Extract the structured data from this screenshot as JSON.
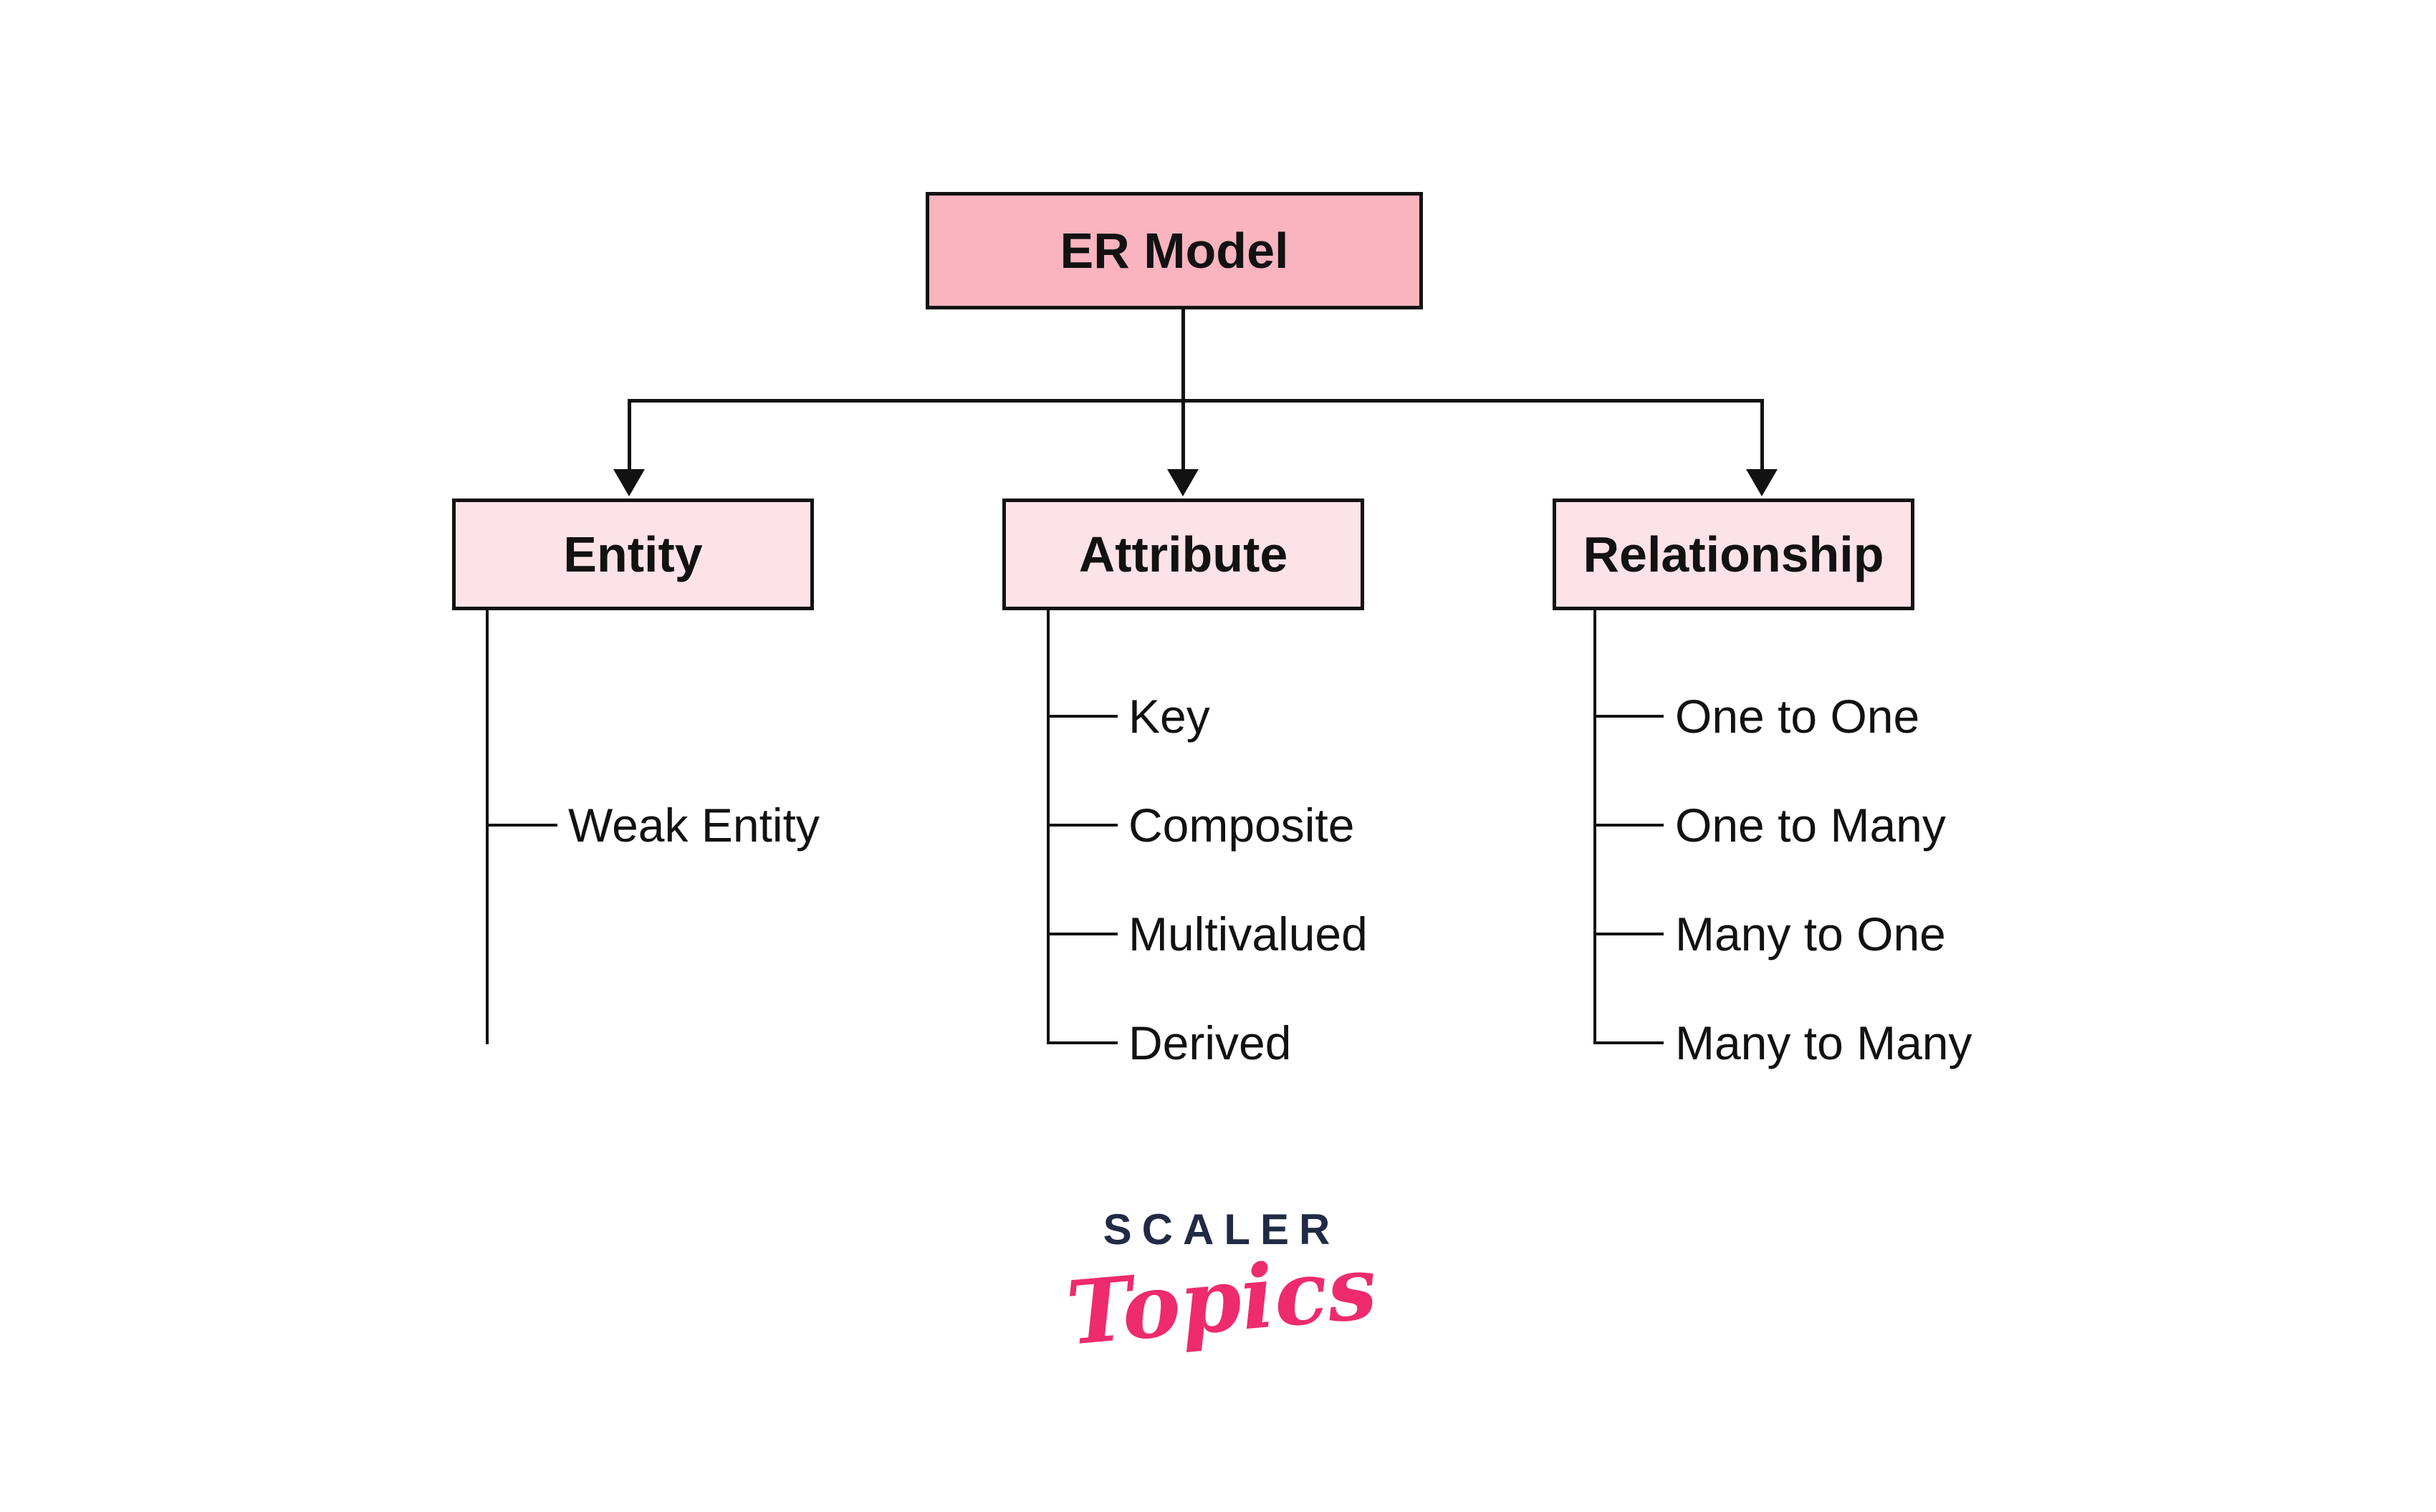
{
  "diagram": {
    "root": {
      "label": "ER Model"
    },
    "branches": [
      {
        "label": "Entity",
        "children": [
          {
            "label": "Weak Entity"
          }
        ]
      },
      {
        "label": "Attribute",
        "children": [
          {
            "label": "Key"
          },
          {
            "label": "Composite"
          },
          {
            "label": "Multivalued"
          },
          {
            "label": "Derived"
          }
        ]
      },
      {
        "label": "Relationship",
        "children": [
          {
            "label": "One to One"
          },
          {
            "label": "One to Many"
          },
          {
            "label": "Many to One"
          },
          {
            "label": "Many to Many"
          }
        ]
      }
    ]
  },
  "logo": {
    "brand": "SCALER",
    "product": "Topics"
  },
  "colors": {
    "root_fill": "#f9b4bf",
    "child_fill": "#fde3e8",
    "line": "#121212",
    "text": "#121212",
    "logo_navy": "#212b45",
    "logo_pink": "#ee2b6c",
    "background": "#ffffff"
  }
}
